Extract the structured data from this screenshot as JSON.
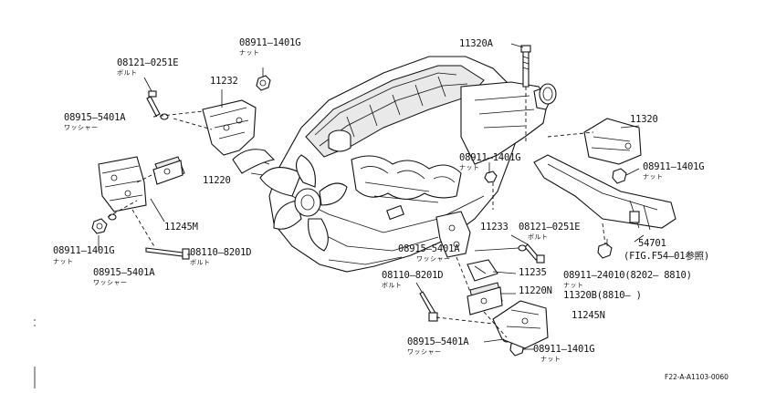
{
  "labels": {
    "l01": {
      "text": "08911—1401G"
    },
    "l01s": {
      "text": "ナット"
    },
    "l02": {
      "text": "08121—0251E"
    },
    "l02s": {
      "text": "ボルト"
    },
    "l03": {
      "text": "11232"
    },
    "l04": {
      "text": "08915—5401A"
    },
    "l04s": {
      "text": "ワッシャー"
    },
    "l05": {
      "text": "11220"
    },
    "l06": {
      "text": "11245M"
    },
    "l07": {
      "text": "08911—1401G"
    },
    "l07s": {
      "text": "ナット"
    },
    "l08": {
      "text": "08110—8201D"
    },
    "l08s": {
      "text": "ボルト"
    },
    "l09": {
      "text": "08915—5401A"
    },
    "l09s": {
      "text": "ワッシャー"
    },
    "l10": {
      "text": "11320A"
    },
    "l11": {
      "text": "11320"
    },
    "l12": {
      "text": "08911—1401G"
    },
    "l12s": {
      "text": "ナット"
    },
    "l13": {
      "text": "08911—1401G"
    },
    "l13s": {
      "text": "ナット"
    },
    "l14": {
      "text": "11233"
    },
    "l15": {
      "text": "08121—0251E"
    },
    "l15s": {
      "text": "ボルト"
    },
    "l16": {
      "text": "08915—5401A"
    },
    "l16s": {
      "text": "ワッシャー"
    },
    "l17": {
      "text": "54701"
    },
    "l18": {
      "text": "(FIG.F54—01参照)"
    },
    "l19": {
      "text": "11235"
    },
    "l20": {
      "text": "08911—24010(8202— 8810)"
    },
    "l20s": {
      "text": "ナット"
    },
    "l21": {
      "text": "08110—8201D"
    },
    "l21s": {
      "text": "ボルト"
    },
    "l22": {
      "text": "11220N"
    },
    "l23": {
      "text": "11320B(8810—          )"
    },
    "l24": {
      "text": "11245N"
    },
    "l25": {
      "text": "08915—5401A"
    },
    "l25s": {
      "text": "ワッシャー"
    },
    "l26": {
      "text": "08911—1401G"
    },
    "l26s": {
      "text": "ナット"
    },
    "l27": {
      "text": "F22-A-A1103-0060"
    }
  }
}
